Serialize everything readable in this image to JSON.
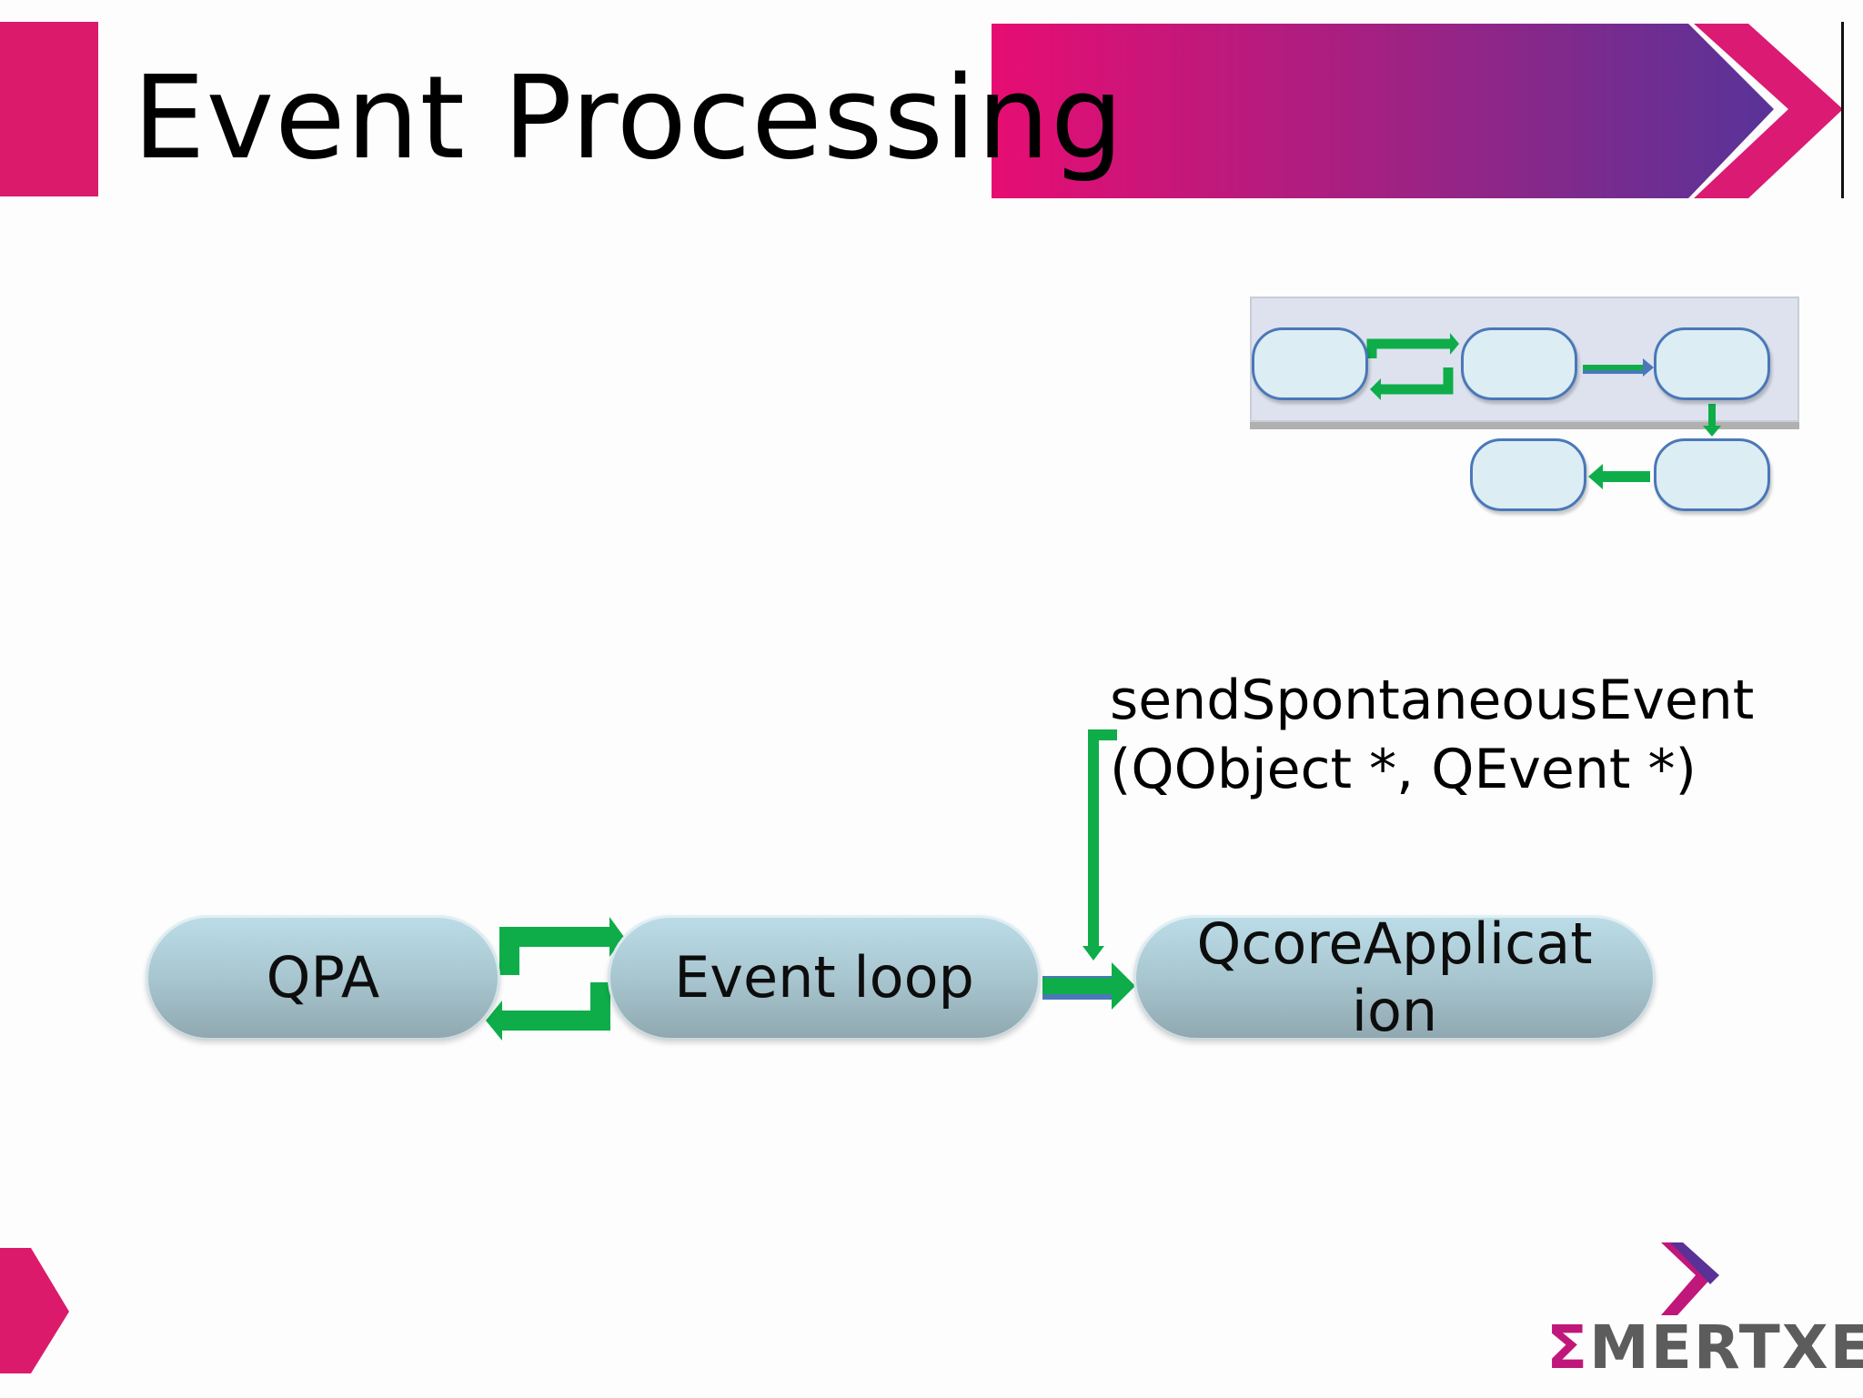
{
  "slide": {
    "title": "Event Processing"
  },
  "diagram": {
    "nodes": {
      "qpa": "QPA",
      "event_loop": "Event loop",
      "qcore": "QcoreApplicat ion"
    },
    "annotation_line1": "sendSpontaneousEvent",
    "annotation_line2": "(QObject *, QEvent *)"
  },
  "logo": {
    "sigma": "Σ",
    "rest": "MERTXE"
  },
  "colors": {
    "brand_pink": "#dc1a6b",
    "brand_purple": "#5a3196",
    "arrow_green": "#0fad4a",
    "arrow_blue": "#4a78b8",
    "pill_blue": "#b3d3dd"
  },
  "icons": [
    "header-chevron-icon",
    "bottom-chevron-icon",
    "logo-chevron-icon"
  ]
}
